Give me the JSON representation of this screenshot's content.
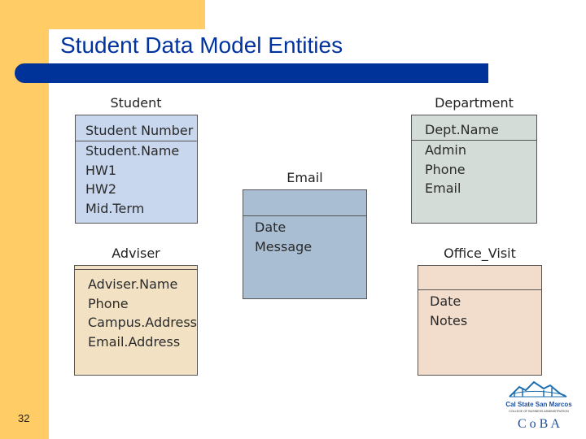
{
  "slide": {
    "title": "Student Data Model Entities",
    "page_number": "32"
  },
  "entities": [
    {
      "name": "Student",
      "fields": [
        "Student Number",
        "Student.Name",
        "HW1",
        "HW2",
        "Mid.Term"
      ],
      "fill": "#c8d7ee"
    },
    {
      "name": "Department",
      "fields": [
        "Dept.Name",
        "Admin",
        "Phone",
        "Email"
      ],
      "fill": "#d4dcd8"
    },
    {
      "name": "Email",
      "fields": [
        "Date",
        "Message"
      ],
      "fill": "#a9bdd3"
    },
    {
      "name": "Adviser",
      "fields": [
        "Adviser.Name",
        "Phone",
        "Campus.Address",
        "Email.Address"
      ],
      "fill": "#f2e2c3"
    },
    {
      "name": "Office_Visit",
      "fields": [
        "Date",
        "Notes"
      ],
      "fill": "#f2dccb"
    }
  ],
  "logo": {
    "university": "Cal State San Marcos",
    "college": "COLLEGE OF BUSINESS ADMINISTRATION",
    "acronym": "C o B A"
  },
  "colors": {
    "accent_yellow": "#ffcc66",
    "title_blue": "#0033a0",
    "bar_blue": "#003399"
  }
}
